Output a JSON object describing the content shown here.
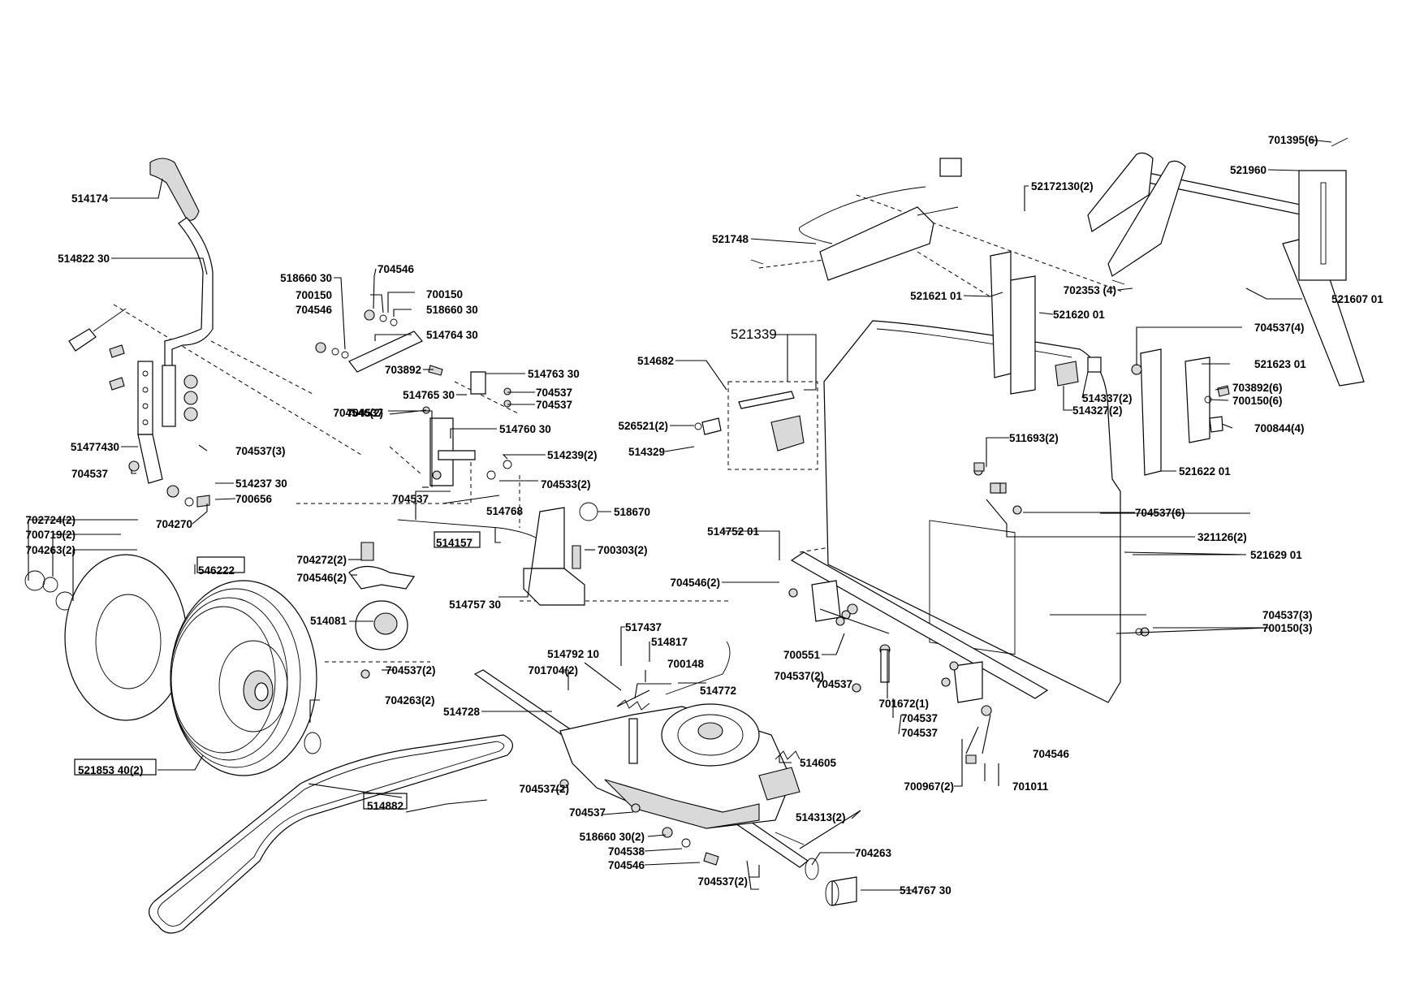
{
  "labels": [
    "701395(6)",
    "521960",
    "52172130(2)",
    "521748",
    "521607 01",
    "702353 (4)",
    "521621 01",
    "521620 01",
    "514174",
    "514822 30",
    "518660 30",
    "704546",
    "700150",
    "700150",
    "704546",
    "518660 30",
    "514764 30",
    "521339",
    "514682",
    "704537(4)",
    "521623 01",
    "703892(6)",
    "700150(6)",
    "700844(4)",
    "514337(2)",
    "514327(2)",
    "703892",
    "514763 30",
    "514765 30",
    "704537",
    "704537",
    "704546(2)",
    "704537",
    "514760 30",
    "526521(2)",
    "514329",
    "511693(2)",
    "521622 01",
    "51477430",
    "704537(3)",
    "514239(2)",
    "704537",
    "514237 30",
    "704533(2)",
    "704537",
    "514768",
    "704537(6)",
    "700656",
    "702724(2)",
    "704270",
    "518670",
    "321126(2)",
    "700719(2)",
    "514157",
    "514752 01",
    "704263(2)",
    "704546(2)",
    "700303(2)",
    "521629 01",
    "546222",
    "704272(2)",
    "704546(2)",
    "514757 30",
    "514081",
    "517437",
    "704537(2)",
    "704537(3)",
    "514792 10",
    "514817",
    "700150(3)",
    "700551",
    "701704(2)",
    "700148",
    "704537(2)",
    "704537",
    "514772",
    "704263(2)",
    "514728",
    "701672(1)",
    "704537",
    "704537",
    "704546",
    "514605",
    "521853 40(2)",
    "700967(2)",
    "701011",
    "704537(2)",
    "514882",
    "704537",
    "514313(2)",
    "518660 30(2)",
    "704538",
    "704263",
    "704546",
    "704537(2)",
    "514767 30"
  ]
}
